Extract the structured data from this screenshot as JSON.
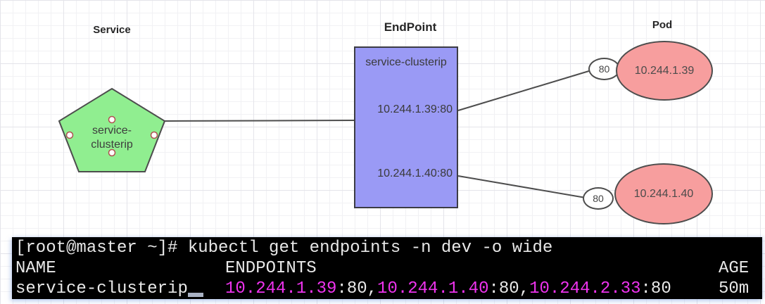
{
  "diagram": {
    "headings": {
      "service": "Service",
      "endpoint": "EndPoint",
      "pod": "Pod"
    },
    "service_node": {
      "shape": "pentagon",
      "label_line1": "service-",
      "label_line2": "clusterip",
      "fill_color": "#90ee90"
    },
    "endpoint_node": {
      "title": "service-clusterip",
      "endpoints": [
        "10.244.1.39:80",
        "10.244.1.40:80"
      ],
      "fill_color": "#9a9af5"
    },
    "pods": [
      {
        "port": "80",
        "ip": "10.244.1.39",
        "fill_color": "#f79e9e"
      },
      {
        "port": "80",
        "ip": "10.244.1.40",
        "fill_color": "#f79e9e"
      }
    ]
  },
  "terminal": {
    "prompt_line": "[root@master ~]# kubectl get endpoints -n dev -o wide",
    "header": {
      "name": "NAME",
      "endpoints": "ENDPOINTS",
      "age": "AGE"
    },
    "row": {
      "name": "service-clusterip",
      "segments": [
        {
          "text": "10.244.1.39",
          "color": "magenta"
        },
        {
          "text": ":80,",
          "color": "white"
        },
        {
          "text": "10.244.1.40",
          "color": "magenta"
        },
        {
          "text": ":80,",
          "color": "white"
        },
        {
          "text": "10.244.2.33",
          "color": "magenta"
        },
        {
          "text": ":80",
          "color": "white"
        }
      ],
      "age": "50m"
    },
    "colors": {
      "background": "#000000",
      "foreground": "#e8e8e8",
      "magenta": "#ee33ee",
      "cursor": "#a9b2c4"
    }
  }
}
